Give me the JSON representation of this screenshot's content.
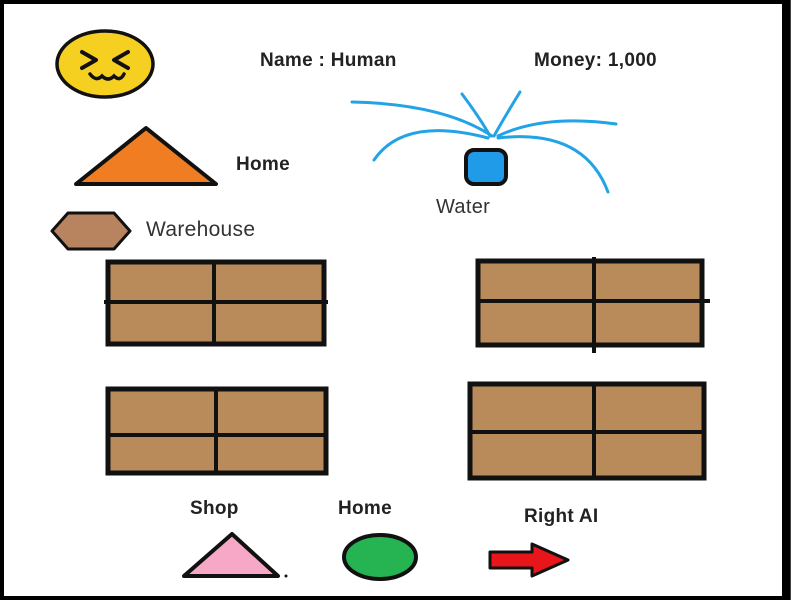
{
  "hud": {
    "name_text": "Name : Human",
    "money_text": "Money: 1,000"
  },
  "labels": {
    "home_top": "Home",
    "water": "Water",
    "warehouse": "Warehouse",
    "shop": "Shop",
    "home_bottom": "Home",
    "right_ai": "Right AI"
  },
  "colors": {
    "face": "#f5d020",
    "home_triangle": "#f07d22",
    "water": "#1f9be8",
    "warehouse": "#b88460",
    "crate": "#b98a5a",
    "shop_triangle": "#f7a8c6",
    "home_circle": "#26b351",
    "arrow": "#e8161a"
  },
  "icons": {
    "face": "laughing-face-icon",
    "home": "triangle-icon",
    "water": "fountain-icon",
    "warehouse": "hexagon-icon",
    "shop": "triangle-icon",
    "home_bottom": "circle-icon",
    "right_ai": "right-arrow-icon"
  }
}
